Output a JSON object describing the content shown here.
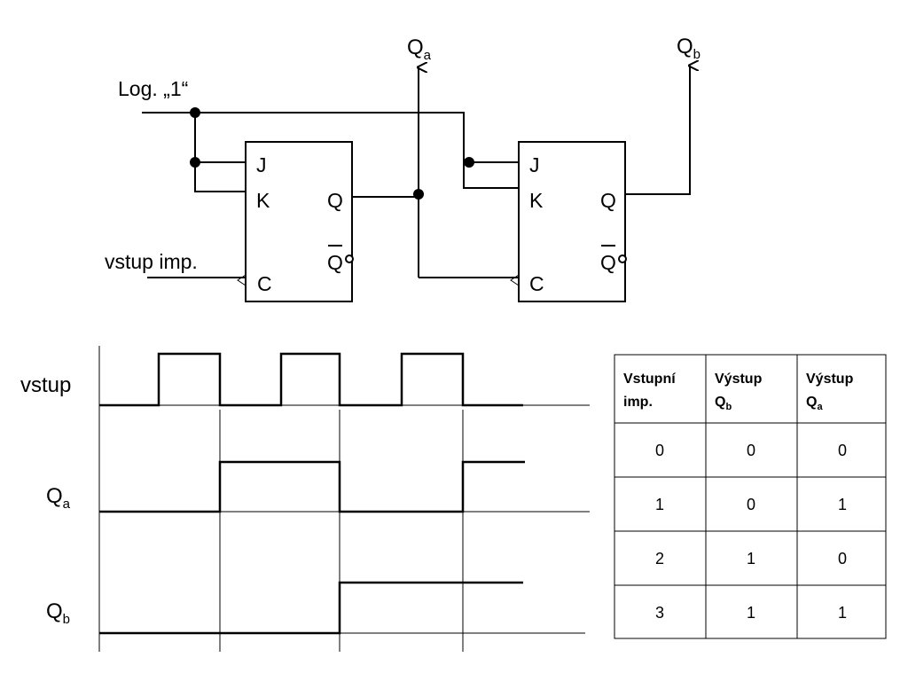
{
  "circuit": {
    "log1_label": "Log. „1“",
    "input_label": "vstup imp.",
    "out_a": {
      "main": "Q",
      "sub": "a"
    },
    "out_b": {
      "main": "Q",
      "sub": "b"
    },
    "ff1": {
      "j": "J",
      "k": "K",
      "c": "C",
      "q": "Q",
      "qbar": "Q"
    },
    "ff2": {
      "j": "J",
      "k": "K",
      "c": "C",
      "q": "Q",
      "qbar": "Q"
    }
  },
  "timing": {
    "signals": [
      {
        "name": "vstup",
        "sub": "",
        "levels": [
          0,
          1,
          0,
          1,
          0,
          1,
          0
        ]
      },
      {
        "name": "Q",
        "sub": "a",
        "levels": [
          0,
          1,
          0,
          1
        ]
      },
      {
        "name": "Q",
        "sub": "b",
        "levels": [
          0,
          1
        ]
      }
    ]
  },
  "table": {
    "headers": [
      {
        "line1": "Vstupní",
        "line2": "imp.",
        "sub": ""
      },
      {
        "line1": "Výstup",
        "line2": "Q",
        "sub": "b"
      },
      {
        "line1": "Výstup",
        "line2": "Q",
        "sub": "a"
      }
    ],
    "rows": [
      [
        "0",
        "0",
        "0"
      ],
      [
        "1",
        "0",
        "1"
      ],
      [
        "2",
        "1",
        "0"
      ],
      [
        "3",
        "1",
        "1"
      ]
    ]
  }
}
